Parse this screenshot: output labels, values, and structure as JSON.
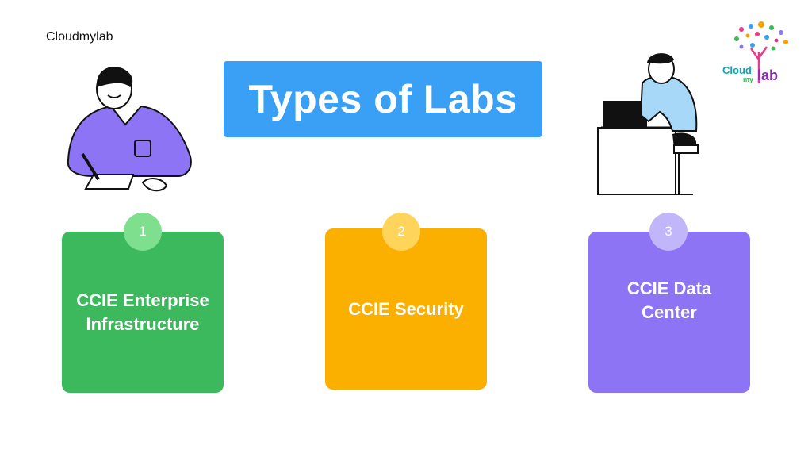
{
  "header": {
    "brand": "Cloudmylab",
    "title": "Types of Labs"
  },
  "logo": {
    "word_top": "Cloud",
    "word_mid": "my",
    "word_bottom": "lab"
  },
  "cards": [
    {
      "number": "1",
      "label": "CCIE Enterprise Infrastructure",
      "color": "#3cb95c",
      "badge_color": "#7ee08e"
    },
    {
      "number": "2",
      "label": "CCIE Security",
      "color": "#fbb000",
      "badge_color": "#ffd45a"
    },
    {
      "number": "3",
      "label": "CCIE Data Center",
      "color": "#8c74f4",
      "badge_color": "#c2b6fb"
    }
  ]
}
